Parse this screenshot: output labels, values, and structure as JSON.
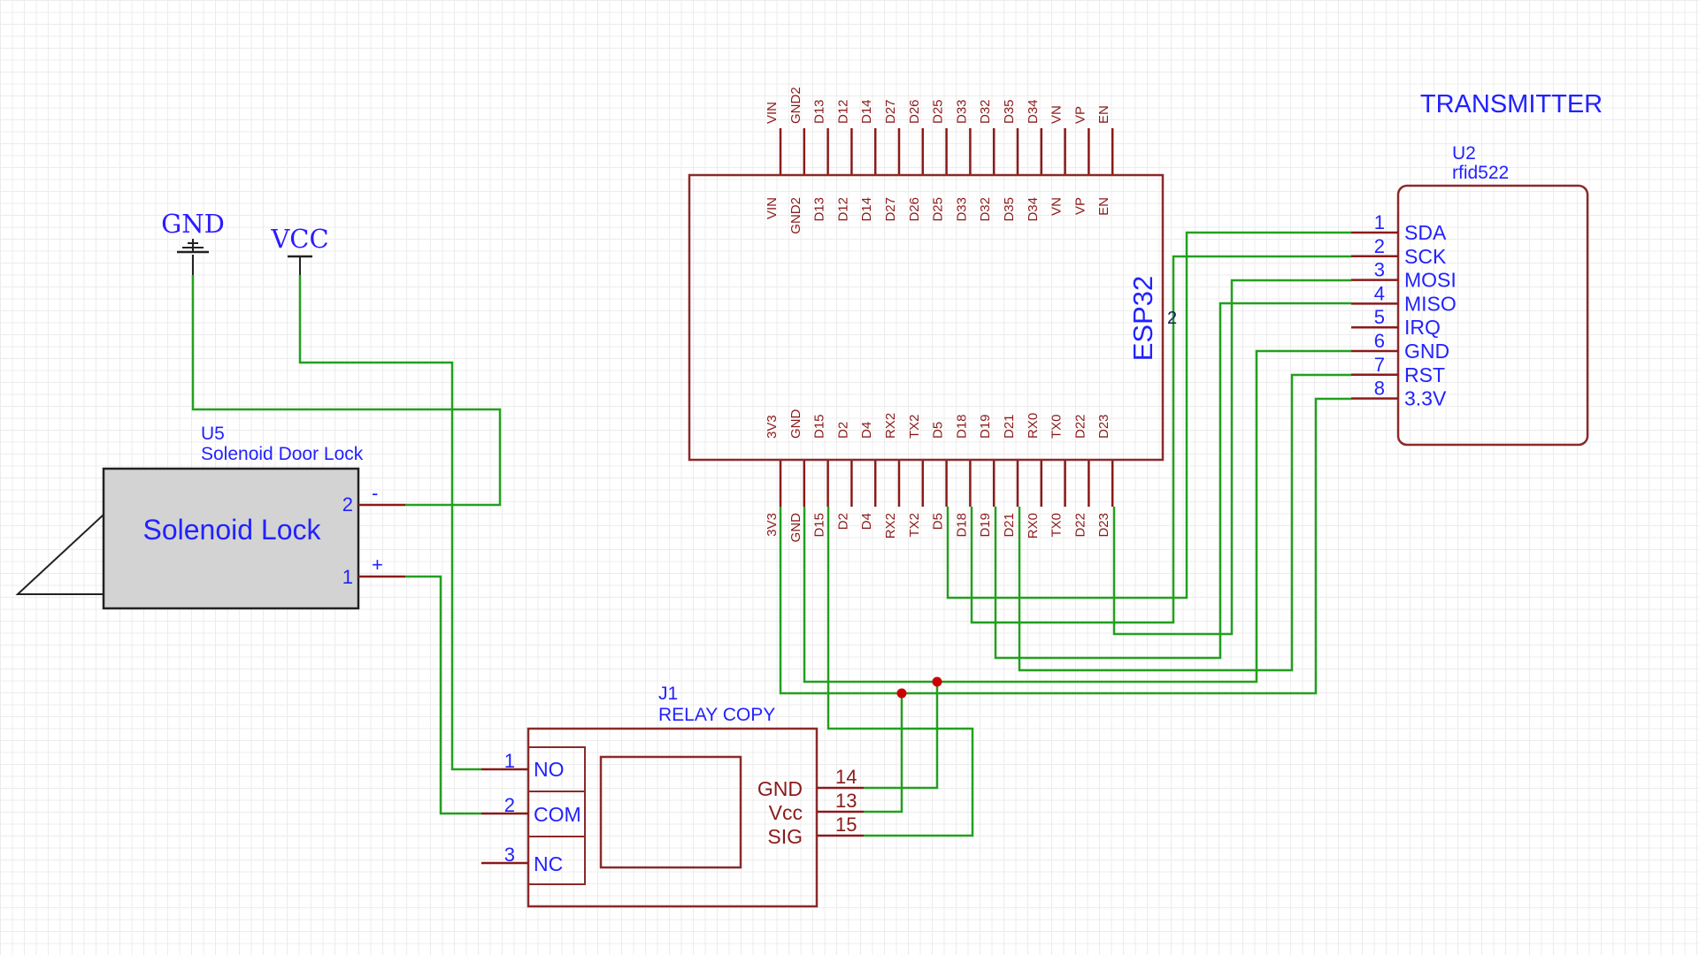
{
  "colors": {
    "wire": "#22a01e",
    "component_outline": "#8b2a2a",
    "pin_line": "#8b1a1a",
    "pin_number": "#2222ff",
    "label": "#1f2fb0",
    "junction": "#cc0000",
    "solenoid_fill": "#d3d3d3"
  },
  "power": {
    "gnd_label": "GND",
    "vcc_label": "VCC"
  },
  "solenoid": {
    "ref": "U5",
    "name": "Solenoid Door Lock",
    "body_label": "Solenoid Lock",
    "pins": [
      {
        "number": "2",
        "label": "-"
      },
      {
        "number": "1",
        "label": "+"
      }
    ]
  },
  "esp32": {
    "name": "ESP32",
    "extra_pin_number": "2",
    "top_pins": [
      "VIN",
      "GND2",
      "D13",
      "D12",
      "D14",
      "D27",
      "D26",
      "D25",
      "D33",
      "D32",
      "D35",
      "D34",
      "VN",
      "VP",
      "EN"
    ],
    "bottom_pins": [
      "3V3",
      "GND",
      "D15",
      "D2",
      "D4",
      "RX2",
      "TX2",
      "D5",
      "D18",
      "D19",
      "D21",
      "RX0",
      "TX0",
      "D22",
      "D23"
    ]
  },
  "rfid": {
    "title": "TRANSMITTER",
    "ref": "U2",
    "name": "rfid522",
    "pins": [
      {
        "number": "1",
        "label": "SDA"
      },
      {
        "number": "2",
        "label": "SCK"
      },
      {
        "number": "3",
        "label": "MOSI"
      },
      {
        "number": "4",
        "label": "MISO"
      },
      {
        "number": "5",
        "label": "IRQ"
      },
      {
        "number": "6",
        "label": "GND"
      },
      {
        "number": "7",
        "label": "RST"
      },
      {
        "number": "8",
        "label": "3.3V"
      }
    ]
  },
  "relay": {
    "ref": "J1",
    "name": "RELAY COPY",
    "left_pins": [
      {
        "number": "1",
        "label": "NO"
      },
      {
        "number": "2",
        "label": "COM"
      },
      {
        "number": "3",
        "label": "NC"
      }
    ],
    "right_pins": [
      {
        "number": "14",
        "label": "GND"
      },
      {
        "number": "13",
        "label": "Vcc"
      },
      {
        "number": "15",
        "label": "SIG"
      }
    ]
  }
}
